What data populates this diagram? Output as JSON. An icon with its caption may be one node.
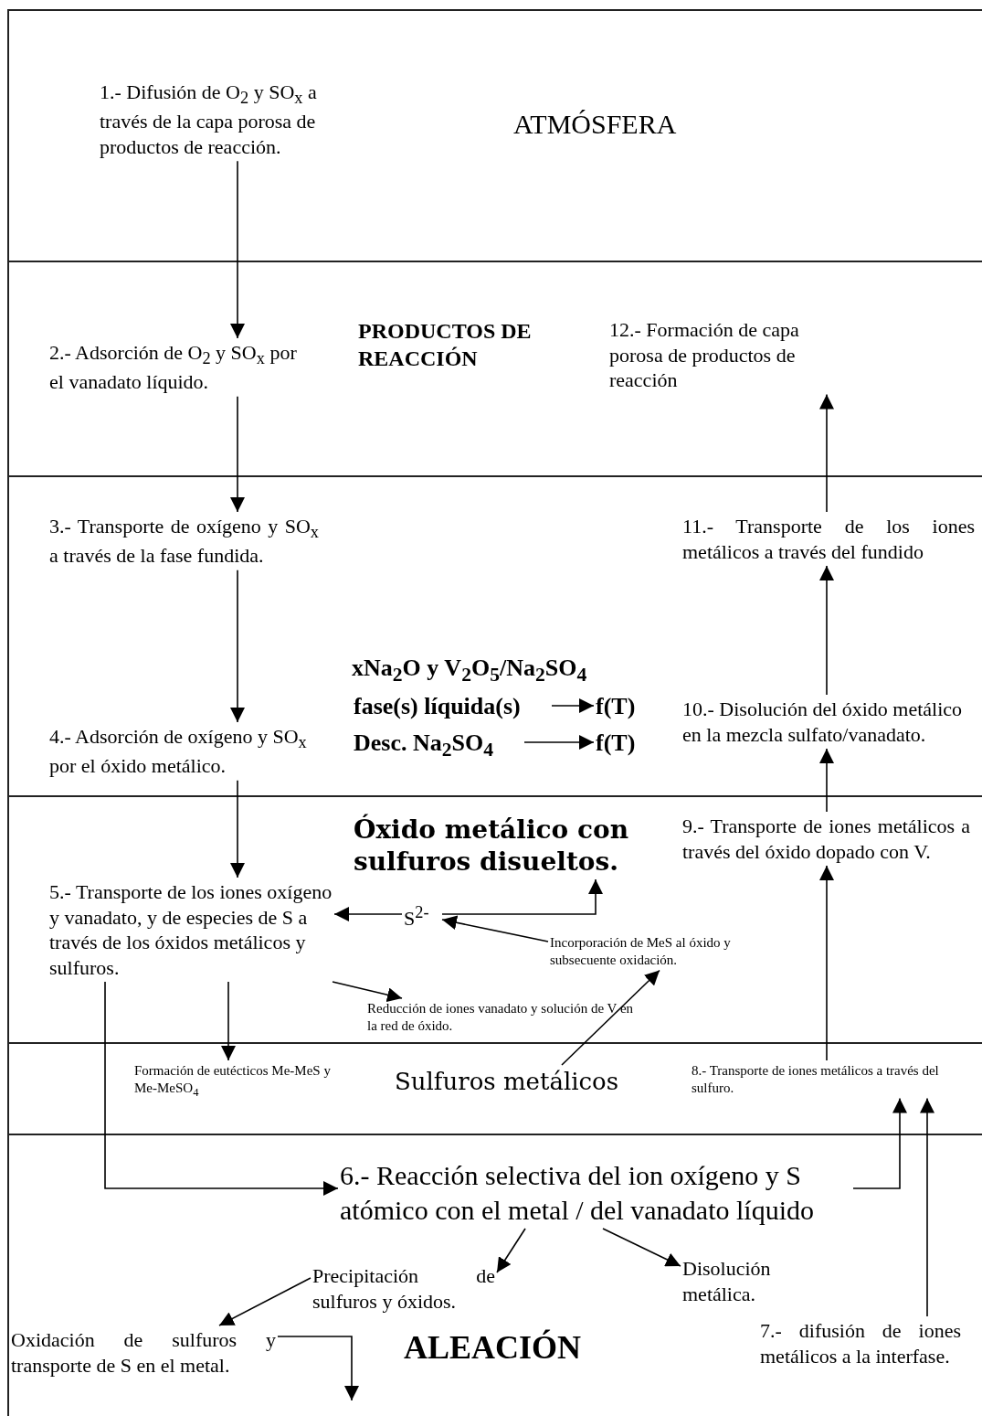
{
  "diagram": {
    "nodes": [
      {
        "text": [
          "ATMÓSFERA"
        ]
      },
      {
        "text": [
          "1.- Difusión de O$_{2}$ y SO$_{x}$ a través de la capa porosa de productos de reacción."
        ],
        "in": 0
      },
      {
        "text": [
          "PRODUCTOS DE REACCIÓN"
        ]
      },
      {
        "text": [
          "2.- Adsorción de O$_{2}$ y SO$_{x}$ por el vanadato líquido."
        ],
        "in": 2
      },
      {
        "text": [
          "12.- Formación de capa porosa de productos de reacción"
        ],
        "in": 2
      },
      {
        "text": [],
        "shape": "band"
      },
      {
        "text": [
          "3.- Transporte de oxígeno y SO$_{x}$ a través de la fase fundida."
        ],
        "in": 5
      },
      {
        "text": [
          "4.- Adsorción de oxígeno y SO$_{x}$ por el óxido metálico."
        ],
        "in": 5
      },
      {
        "text": [
          "fase(s) líquida(s)"
        ],
        "in": 5
      },
      {
        "text": [
          "f(T)"
        ],
        "in": 5
      },
      {
        "text": [
          "Desc. Na$_{2}$SO$_{4}$"
        ],
        "in": 5
      },
      {
        "text": [
          "f(T)"
        ],
        "in": 5
      },
      {
        "text": [
          "11.- Transporte de los iones metálicos a través del fundido"
        ],
        "in": 5
      },
      {
        "text": [
          "10.- Disolución del óxido metálico en la mezcla sulfato/vanadato."
        ],
        "in": 5
      },
      {
        "text": [],
        "shape": "band"
      },
      {
        "text": [
          "5.- Transporte de los iones oxígeno y vanadato, y de especies de S a través de los óxidos metálicos y sulfuros."
        ],
        "in": 14
      },
      {
        "text": [
          "S$^{2-}$"
        ],
        "in": 14
      },
      {
        "text": [
          "Incorporación de MeS al óxido y subsecuente oxidación."
        ],
        "in": 14
      },
      {
        "text": [
          "Reducción de iones vanadato y solución de V en la red de óxido."
        ],
        "in": 14
      },
      {
        "text": [
          "9.- Transporte de iones metálicos a través del óxido dopado con V."
        ],
        "in": 14
      },
      {
        "text": [
          "Sulfuros metálicos"
        ]
      },
      {
        "text": [
          "Formación de eutécticos Me-MeS y Me-MeSO$_{4}$"
        ],
        "in": 20
      },
      {
        "text": [
          "8.- Transporte de iones metálicos a través del sulfuro."
        ],
        "in": 20
      },
      {
        "text": [
          "ALEACIÓN"
        ]
      },
      {
        "text": [
          "6.- Reacción selectiva del ion oxígeno y  S atómico con el metal / del vanadato líquido"
        ],
        "in": 23
      },
      {
        "text": [
          "Precipitación de sulfuros y óxidos."
        ],
        "in": 23
      },
      {
        "text": [
          "Disolución metálica."
        ],
        "in": 23
      },
      {
        "text": [
          "Oxidación de sulfuros y transporte de S en el metal."
        ],
        "in": 23
      },
      {
        "text": [
          "7.- difusión de iones metálicos a la interfase."
        ],
        "in": 23
      },
      {
        "text": [
          "Óxido metálico con sulfuros disueltos."
        ],
        "in": 14
      }
    ],
    "edges": [
      {
        "from": 1,
        "to": 3,
        "arrow": "to"
      },
      {
        "from": 3,
        "to": 6,
        "arrow": "to"
      },
      {
        "from": 6,
        "to": 7,
        "arrow": "to"
      },
      {
        "from": 7,
        "to": 15,
        "arrow": "to"
      },
      {
        "from": 16,
        "to": 15,
        "arrow": "to"
      },
      {
        "from": 16,
        "to": 29,
        "arrow": "to"
      },
      {
        "from": 17,
        "to": 16,
        "arrow": "to"
      },
      {
        "from": 15,
        "to": 18,
        "arrow": "to"
      },
      {
        "from": 15,
        "to": 21,
        "arrow": "to"
      },
      {
        "from": 15,
        "to": 24,
        "arrow": "to"
      },
      {
        "from": 20,
        "to": 17,
        "arrow": "to"
      },
      {
        "from": 22,
        "to": 19,
        "arrow": "to"
      },
      {
        "from": 24,
        "to": 22,
        "arrow": "to"
      },
      {
        "from": 28,
        "to": 22,
        "arrow": "to"
      },
      {
        "from": 19,
        "to": 13,
        "arrow": "to"
      },
      {
        "from": 13,
        "to": 12,
        "arrow": "to"
      },
      {
        "from": 12,
        "to": 4,
        "arrow": "to"
      },
      {
        "from": 24,
        "to": 25,
        "arrow": "to"
      },
      {
        "from": 24,
        "to": 26,
        "arrow": "to"
      },
      {
        "from": 25,
        "to": 27,
        "arrow": "to"
      },
      {
        "from": 27,
        "to": null,
        "arrow": "to"
      },
      {
        "from": 8,
        "to": 9,
        "arrow": "to"
      },
      {
        "from": 10,
        "to": 11,
        "arrow": "to"
      }
    ],
    "labels": [
      "xNa$_{2}$O y V$_{2}$O$_{5}$/Na$_{2}$SO$_{4}$"
    ]
  }
}
